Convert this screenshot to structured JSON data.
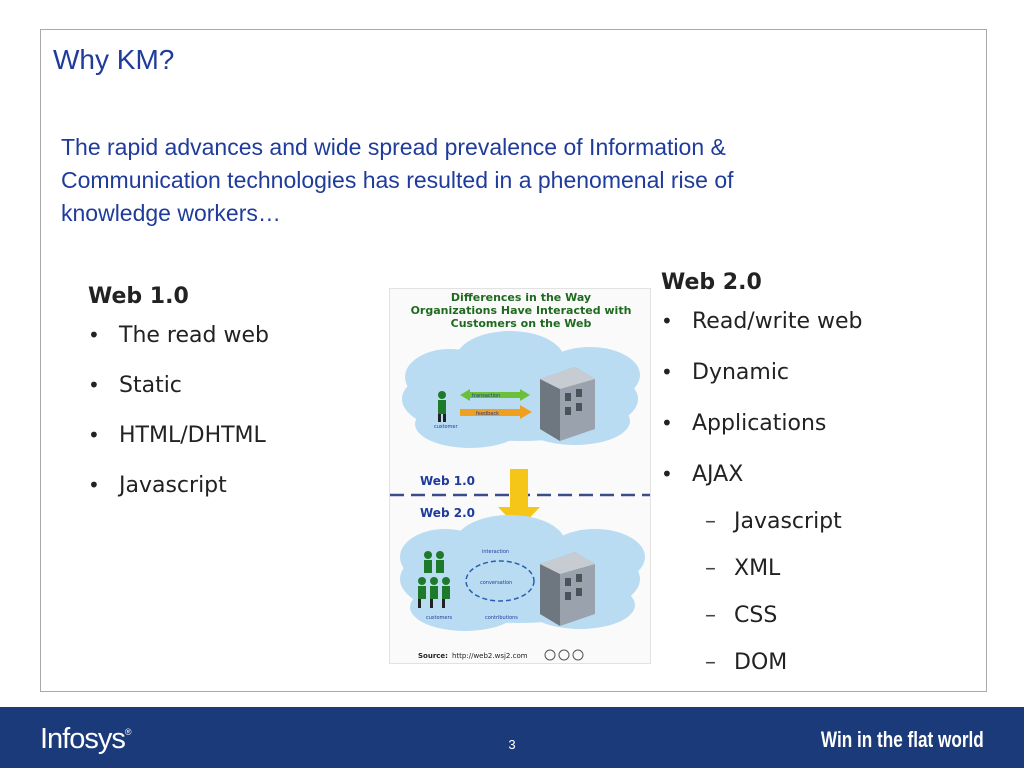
{
  "slide": {
    "title": "Why KM?",
    "intro": "The rapid advances and wide spread prevalence of Information &\nCommunication technologies  has resulted in a phenomenal rise of\nknowledge workers…"
  },
  "web1": {
    "heading": "Web 1.0",
    "items": [
      "The read web",
      "Static",
      "HTML/DHTML",
      "Javascript"
    ]
  },
  "web2": {
    "heading": "Web 2.0",
    "items": [
      "Read/write web",
      "Dynamic",
      "Applications",
      "AJAX"
    ],
    "sub_items": [
      "Javascript",
      "XML",
      "CSS",
      "DOM"
    ]
  },
  "diagram": {
    "title": "Differences in the Way\nOrganizations Have Interacted with\nCustomers on the Web",
    "label_web1": "Web 1.0",
    "label_web2": "Web 2.0",
    "label_transaction": "transaction",
    "label_feedback": "feedback",
    "label_interaction": "interaction",
    "label_conversation": "conversation",
    "label_contributions": "contributions",
    "label_customer": "customer",
    "label_customers": "customers",
    "source_prefix": "Source:",
    "source_url": "http://web2.wsj2.com"
  },
  "footer": {
    "logo": "Infosys",
    "logo_mark": "®",
    "page_number": "3",
    "tagline": "Win in the flat world"
  },
  "colors": {
    "title": "#1f3b9b",
    "footer_bg": "#1a3a7a",
    "cloud": "#b9dcf3",
    "arrow_green": "#6cbf3a",
    "arrow_orange": "#f0a020",
    "arrow_yellow": "#f5c518"
  }
}
